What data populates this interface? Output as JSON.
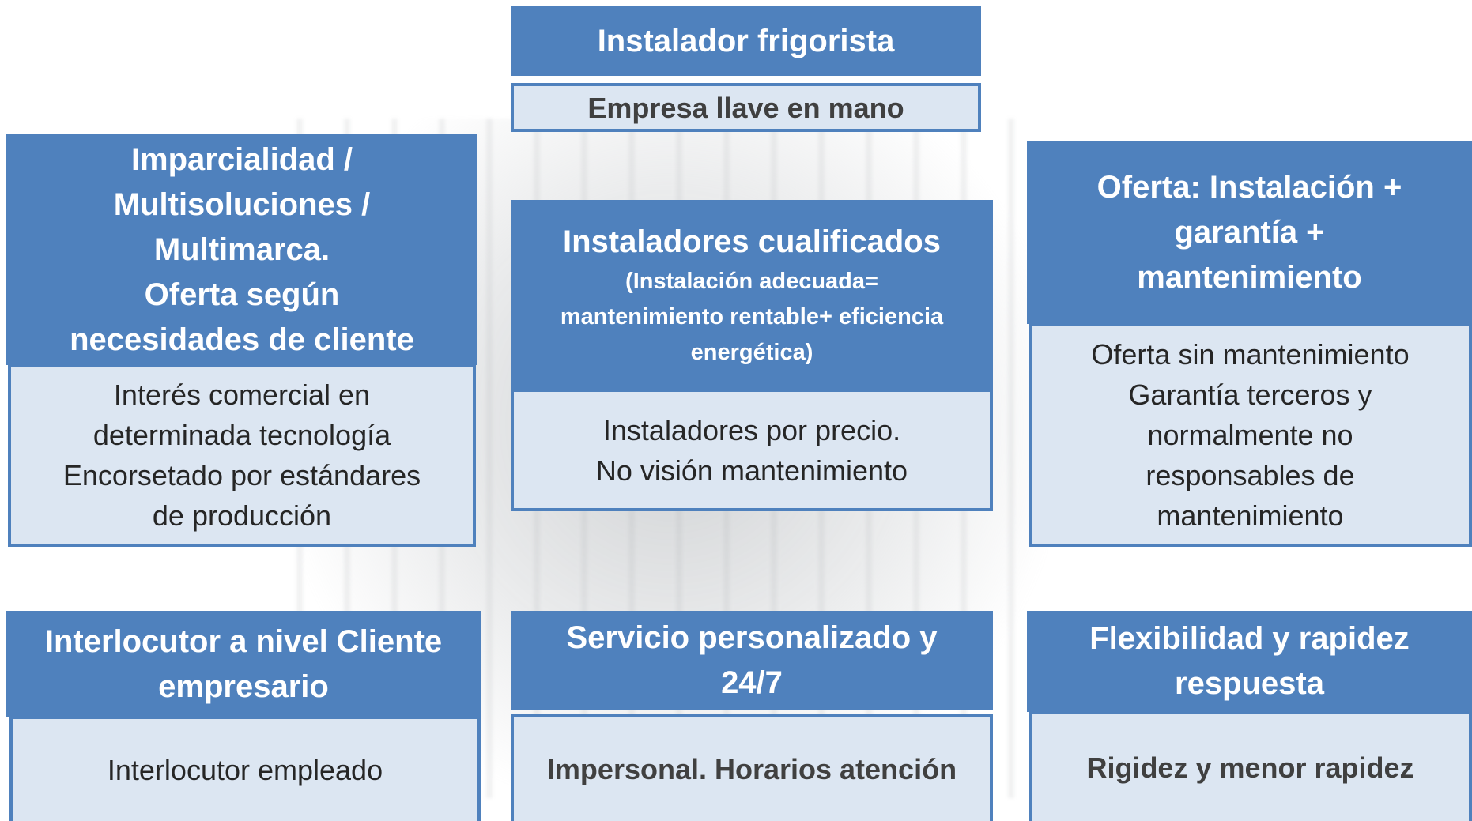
{
  "center_top": {
    "title": "Instalador frigorista",
    "subtitle": "Empresa llave en mano"
  },
  "left_upper": {
    "header_lines": [
      "Imparcialidad /",
      "Multisoluciones /",
      "Multimarca.",
      "Oferta según",
      "necesidades de cliente"
    ],
    "body_lines": [
      "Interés comercial en",
      "determinada tecnología",
      "Encorsetado por estándares",
      "de producción"
    ]
  },
  "center_upper": {
    "header_title": "Instaladores cualificados",
    "header_sub_lines": [
      "(Instalación adecuada=",
      "mantenimiento rentable+ eficiencia",
      "energética)"
    ],
    "body_lines": [
      "Instaladores por precio.",
      "No visión mantenimiento"
    ]
  },
  "right_upper": {
    "header_lines": [
      "Oferta: Instalación +",
      "garantía +",
      "mantenimiento"
    ],
    "body_lines": [
      "Oferta sin mantenimiento",
      "Garantía terceros y",
      "normalmente no",
      "responsables de",
      "mantenimiento"
    ]
  },
  "left_lower": {
    "header_lines": [
      "Interlocutor a nivel Cliente",
      "empresario"
    ],
    "body": "Interlocutor empleado"
  },
  "center_lower": {
    "header_lines": [
      "Servicio personalizado y",
      "24/7"
    ],
    "body": "Impersonal. Horarios atención"
  },
  "right_lower": {
    "header_lines": [
      "Flexibilidad y rapidez",
      "respuesta"
    ],
    "body": "Rigidez y menor rapidez"
  },
  "colors": {
    "header_blue": "#4f81bd",
    "body_light": "#dce6f2",
    "body_text": "#262626"
  }
}
